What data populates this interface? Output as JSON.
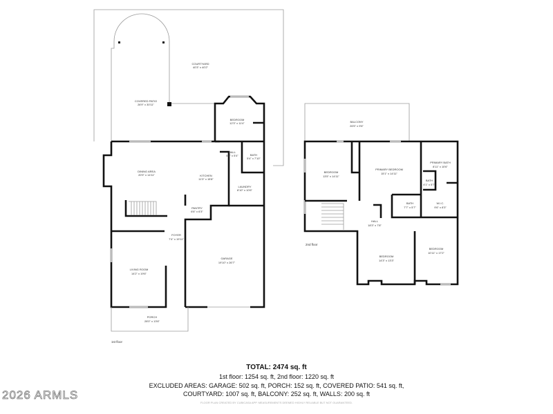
{
  "floor1": {
    "label": "1st floor",
    "rooms": {
      "courtyard": {
        "name": "COURTYARD",
        "dims": "40'3\" x 40'2\""
      },
      "covered_patio": {
        "name": "COVERED PATIO",
        "dims": "26'9\" x 30'11\""
      },
      "bedroom": {
        "name": "BEDROOM",
        "dims": "12'3\" x 11'4\""
      },
      "hall": {
        "name": "HALL",
        "dims": "5'6\" x 5'4\""
      },
      "bath": {
        "name": "BATH",
        "dims": "5'4\" x 7'10\""
      },
      "dining": {
        "name": "DINING AREA",
        "dims": "20'9\" x 14'11\""
      },
      "kitchen": {
        "name": "KITCHEN",
        "dims": "11'3\" x 15'8\""
      },
      "laundry": {
        "name": "LAUNDRY",
        "dims": "8'10\" x 10'6\""
      },
      "pantry": {
        "name": "PANTRY",
        "dims": "6'6\" x 6'3\""
      },
      "foyer": {
        "name": "FOYER",
        "dims": "7'4\" x 19'11\""
      },
      "living": {
        "name": "LIVING ROOM",
        "dims": "14'2\" x 19'6\""
      },
      "garage": {
        "name": "GARAGE",
        "dims": "19'10\" x 26'7\""
      },
      "porch": {
        "name": "PORCH",
        "dims": "28'0\" x 13'6\""
      }
    }
  },
  "floor2": {
    "label": "2nd floor",
    "rooms": {
      "balcony": {
        "name": "BALCONY",
        "dims": "26'5\" x 9'6\""
      },
      "bedroom_a": {
        "name": "BEDROOM",
        "dims": "13'5\" x 14'11\""
      },
      "primary_bedroom": {
        "name": "PRIMARY BEDROOM",
        "dims": "15'1\" x 14'11\""
      },
      "primary_bath": {
        "name": "PRIMARY BATH",
        "dims": "8'11\" x 10'6\""
      },
      "bath_small": {
        "name": "BATH",
        "dims": "4'1\" x 5'7\""
      },
      "wic": {
        "name": "W.I.C.",
        "dims": "9'6\" x 8'3\""
      },
      "bath": {
        "name": "BATH",
        "dims": "7'7\" x 5'7\""
      },
      "hall": {
        "name": "HALL",
        "dims": "18'3\" x 7'8\""
      },
      "bedroom_b": {
        "name": "BEDROOM",
        "dims": "14'3\" x 13'3\""
      },
      "bedroom_c": {
        "name": "BEDROOM",
        "dims": "10'11\" x 17'2\""
      }
    }
  },
  "summary": {
    "total": "TOTAL: 2474 sq. ft",
    "floors": "1st floor: 1254 sq. ft, 2nd floor: 1220 sq. ft",
    "excluded_1": "EXCLUDED AREAS: GARAGE: 502 sq. ft, PORCH: 152 sq. ft, COVERED PATIO: 541 sq. ft,",
    "excluded_2": "COURTYARD: 1007 sq. ft, BALCONY: 252 sq. ft, WALLS: 200 sq. ft",
    "disclaimer": "FLOOR PLAN CREATED BY CUBICASA APP. MEASUREMENTS DEEMED HIGHLY RELIABLE BUT NOT GUARANTEED."
  },
  "watermark": "2026 ARMLS"
}
